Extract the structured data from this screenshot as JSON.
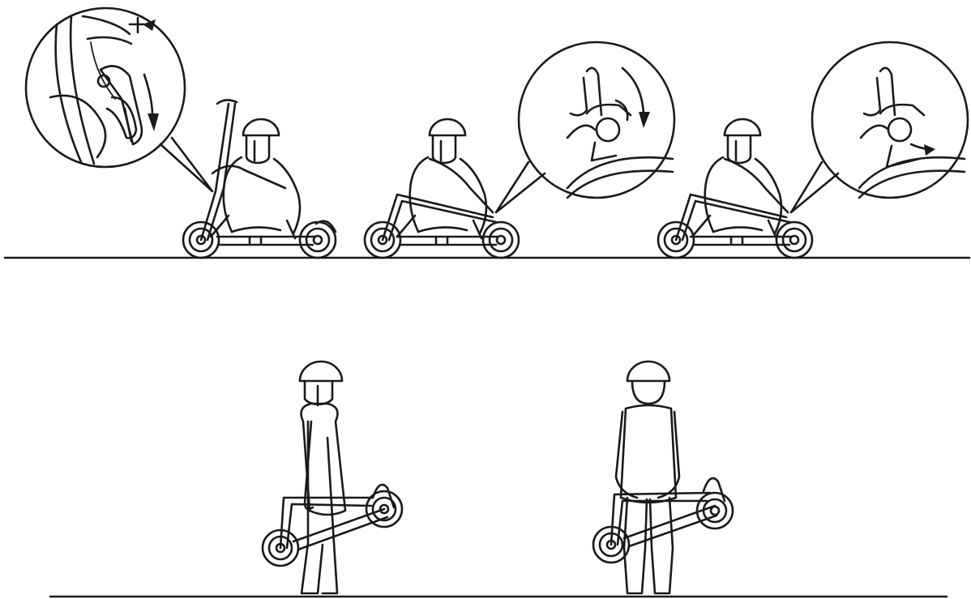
{
  "figure": {
    "description_hidden": "",
    "panels": [
      {
        "id": "step-1-fold-stem",
        "detail": "stem-clamp-lever-release"
      },
      {
        "id": "step-2-hook-latch",
        "detail": "rear-fender-latch-hook"
      },
      {
        "id": "step-3-locked",
        "detail": "latch-engaged"
      },
      {
        "id": "carry-side-view",
        "detail": "person-carrying-folded-scooter"
      },
      {
        "id": "carry-front-view",
        "detail": "person-carrying-folded-scooter-front"
      }
    ],
    "colors": {
      "line": "#1a1a1a",
      "background": "#ffffff"
    }
  }
}
